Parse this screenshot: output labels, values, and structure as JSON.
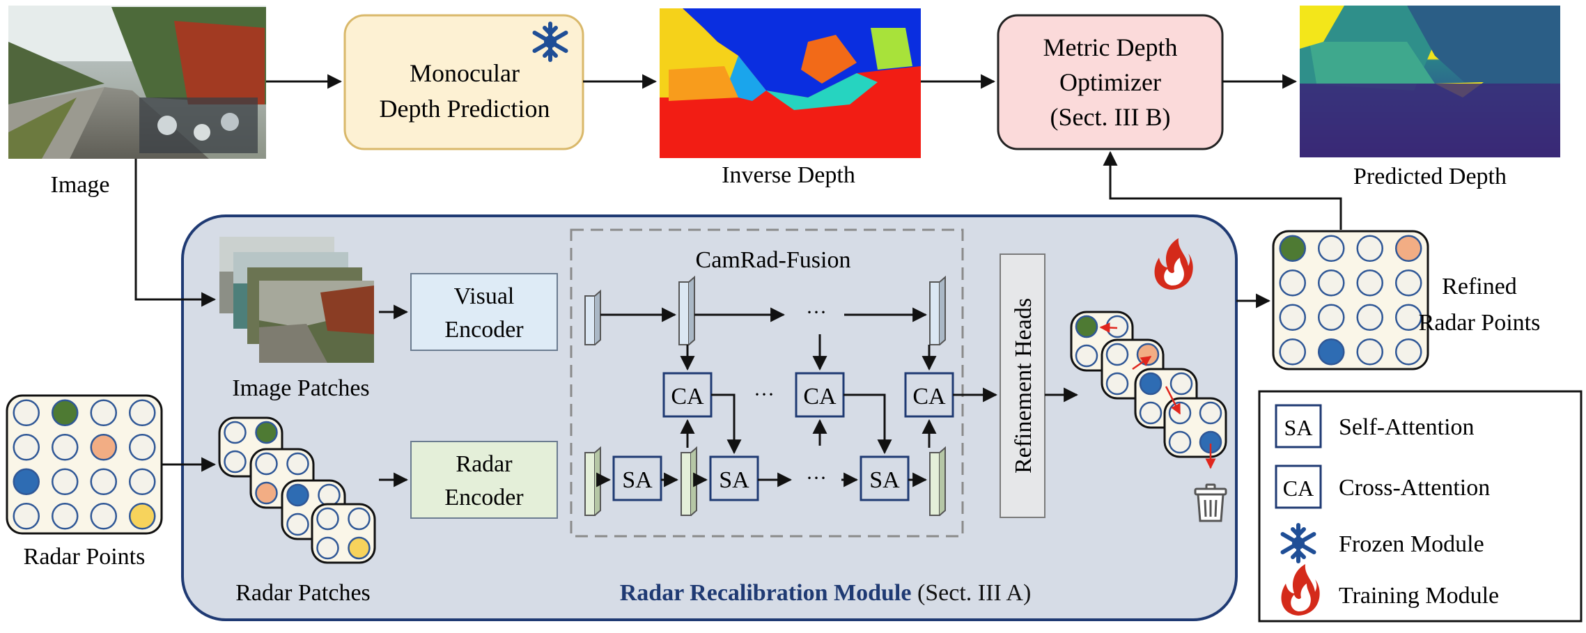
{
  "labels": {
    "image": "Image",
    "mono_line1": "Monocular",
    "mono_line2": "Depth Prediction",
    "inverse_depth": "Inverse Depth",
    "optimizer_line1": "Metric Depth",
    "optimizer_line2": "Optimizer",
    "optimizer_line3": "(Sect. III B)",
    "predicted_depth": "Predicted Depth",
    "camrad_fusion": "CamRad-Fusion",
    "visual_enc_1": "Visual",
    "visual_enc_2": "Encoder",
    "radar_enc_1": "Radar",
    "radar_enc_2": "Encoder",
    "image_patches": "Image Patches",
    "radar_patches": "Radar Patches",
    "radar_points": "Radar Points",
    "refinement_heads": "Refinement Heads",
    "refined_1": "Refined",
    "refined_2": "Radar Points",
    "module_bold": "Radar Recalibration Module",
    "module_sect": " (Sect. III A)",
    "ca": "CA",
    "sa": "SA",
    "dots": "···"
  },
  "legend": {
    "sa_abbr": "SA",
    "sa_text": "Self-Attention",
    "ca_abbr": "CA",
    "ca_text": "Cross-Attention",
    "frozen_text": "Frozen Module",
    "training_text": "Training Module"
  },
  "icons": [
    "snowflake-icon",
    "flame-icon",
    "trash-icon"
  ],
  "colors": {
    "module_bg": "#d6dce6",
    "module_border": "#1f3a73",
    "mono_fill": "#fdf1d3",
    "mono_border": "#d9b86a",
    "optimizer_fill": "#fbdada",
    "visual_fill": "#deebf6",
    "radar_fill": "#e4efd9",
    "snowflake": "#1f4e96",
    "flame": "#d42a1a",
    "point_green": "#4e7a33",
    "point_orange": "#f2ad84",
    "point_blue": "#2e6cb3",
    "point_yellow": "#f7d35c",
    "point_empty": "#f4f2ea",
    "point_stroke": "#2f5796"
  }
}
